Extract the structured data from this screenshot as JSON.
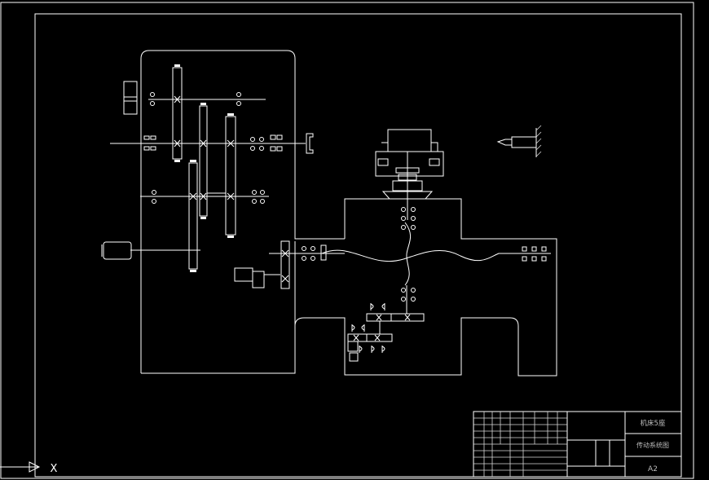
{
  "drawing": {
    "title_block": {
      "model_title": "机床5座",
      "drawing_name": "传动系统图",
      "sheet_size": "A2"
    },
    "ucs_axis_label": "X"
  }
}
